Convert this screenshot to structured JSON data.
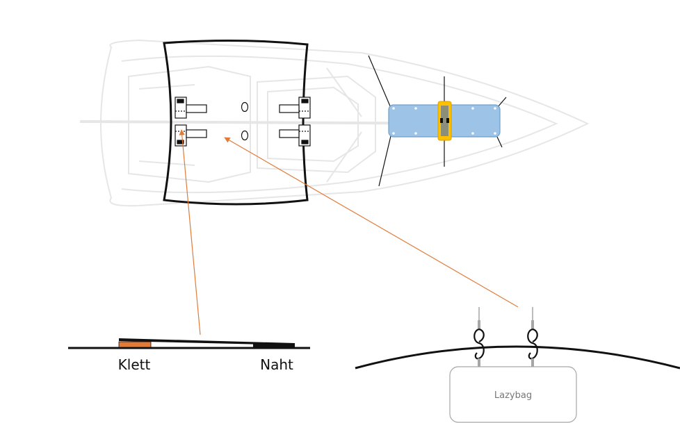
{
  "labels": {
    "klett": "Klett",
    "naht": "Naht",
    "lazybag": "Lazybag"
  },
  "colors": {
    "outline": "#111111",
    "hull_faint": "#e6e6e6",
    "cover_blue": "#9dc3e6",
    "cover_blue_stroke": "#6f9fc9",
    "strap_yellow": "#ffc000",
    "strap_gray": "#8b8f7a",
    "arrow_orange": "#e07b39",
    "velcro_orange": "#e07b39",
    "hook_gray": "#a6a6a6"
  }
}
